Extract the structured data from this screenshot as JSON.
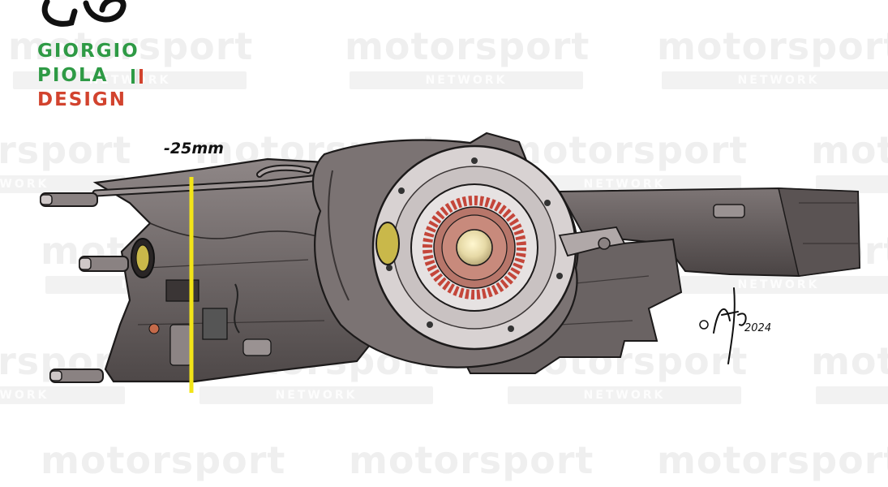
{
  "watermark": {
    "word": "motorsport",
    "sub": "NETWORK"
  },
  "logo": {
    "line1": "GIORGIO",
    "line2": "PIOLA",
    "line3": "DESIGN",
    "flag_colors": [
      "#2e9a45",
      "#ffffff",
      "#d2432e"
    ]
  },
  "measurement": {
    "label": "-25mm",
    "line_color": "#f2e418"
  },
  "signature": {
    "year": "2024"
  },
  "colors": {
    "body": "#6e6767",
    "body_light": "#8a8282",
    "body_dark": "#4a4444",
    "outline": "#1c1a1a",
    "gear": "#c4463a",
    "hub": "#f0e6c0"
  }
}
